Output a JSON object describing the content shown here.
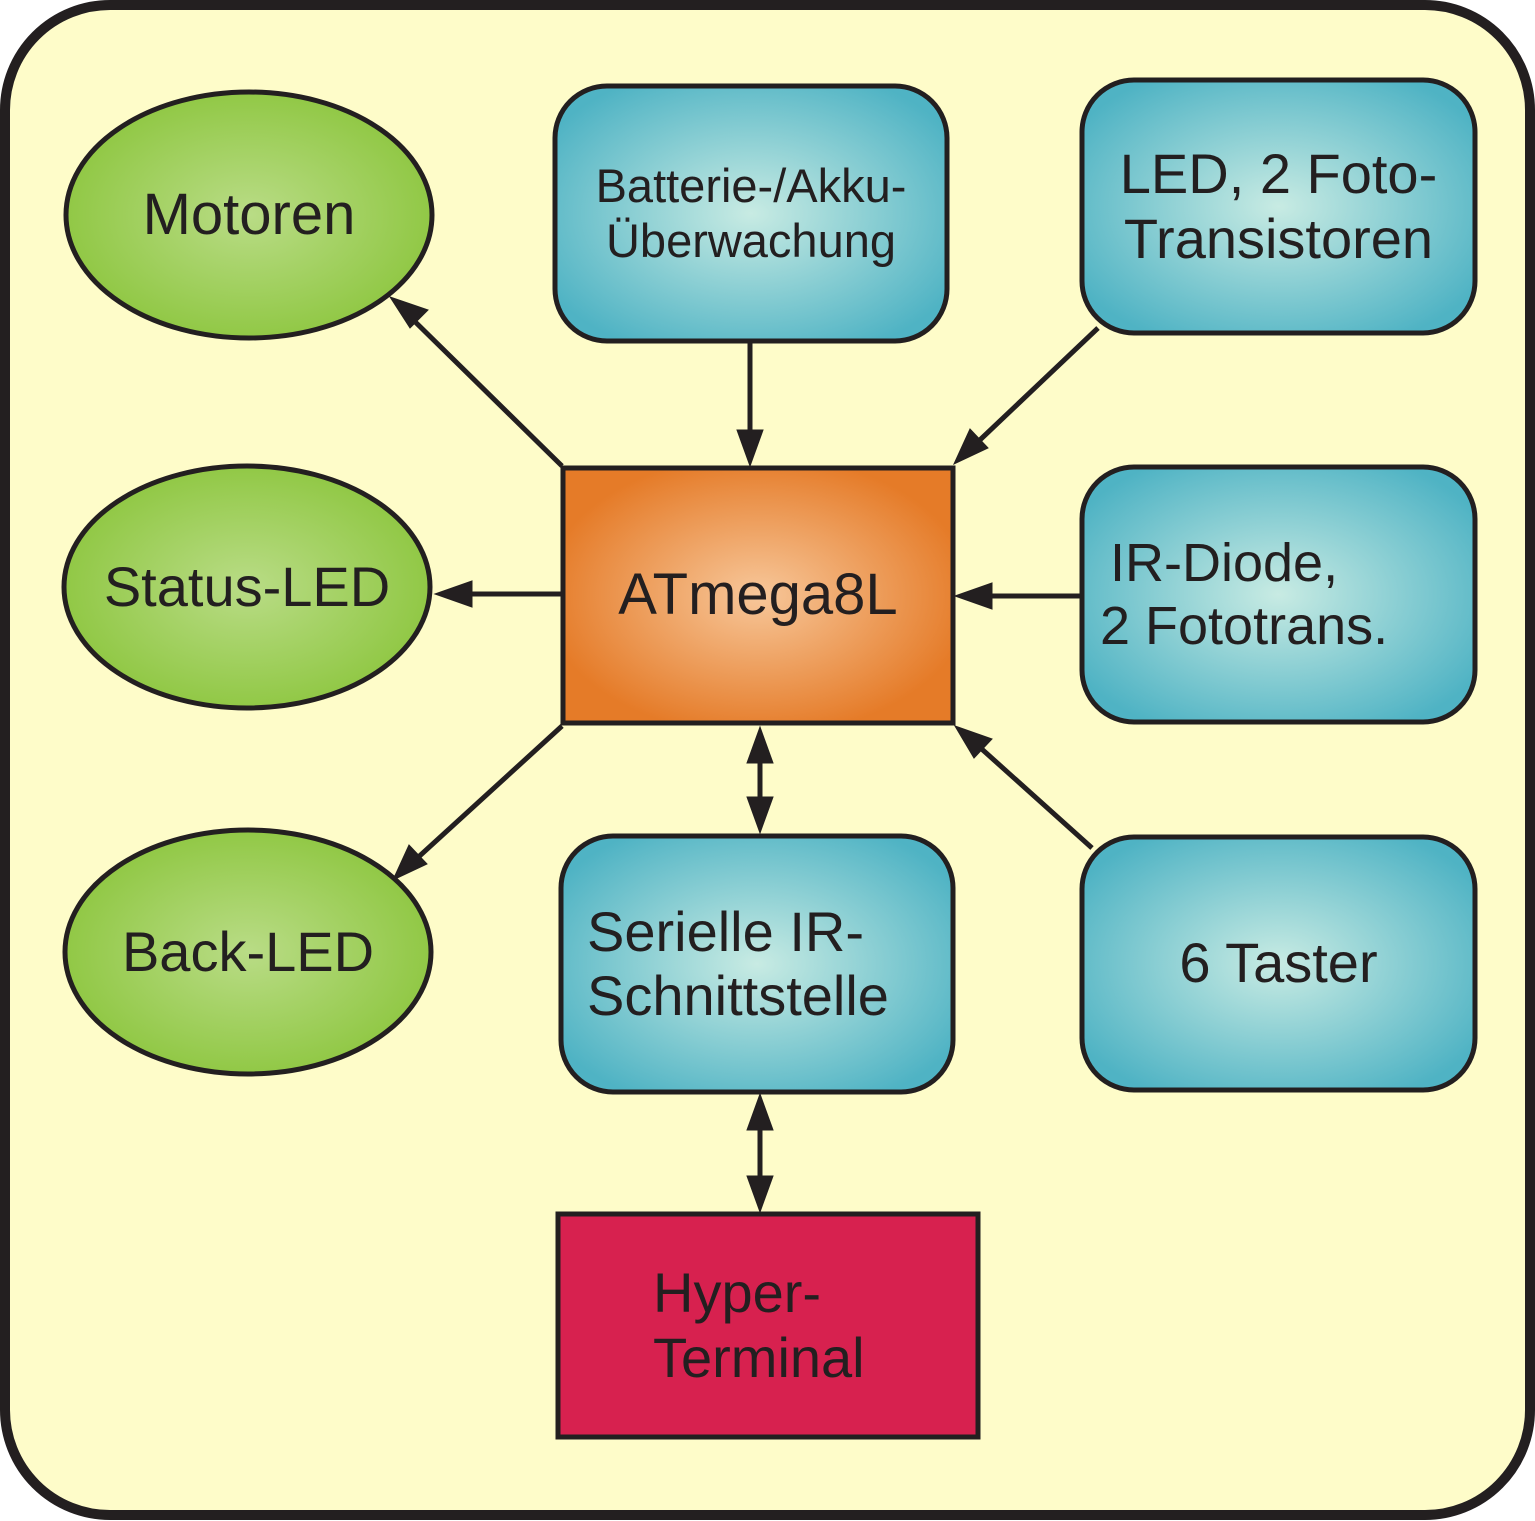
{
  "colors": {
    "background": "#fefcc9",
    "outline": "#231f20",
    "ellipse_fill": "#8dc63f",
    "ellipse_highlight": "#b9dc86",
    "module_fill": "#4fb3c4",
    "module_highlight": "#c8ebe3",
    "cpu_fill": "#e57b28",
    "cpu_highlight": "#f7c79a",
    "terminal_fill": "#d7214f"
  },
  "nodes": {
    "motoren": {
      "lines": [
        "Motoren"
      ]
    },
    "status_led": {
      "lines": [
        "Status-LED"
      ]
    },
    "back_led": {
      "lines": [
        "Back-LED"
      ]
    },
    "battery": {
      "lines": [
        "Batterie-/Akku-",
        "Überwachung"
      ]
    },
    "led_foto": {
      "lines": [
        "LED, 2 Foto-",
        "Transistoren"
      ]
    },
    "cpu": {
      "lines": [
        "ATmega8L"
      ]
    },
    "ir_diode": {
      "lines": [
        "IR-Diode,",
        "2 Fototrans."
      ]
    },
    "serial_ir": {
      "lines": [
        "Serielle IR-",
        "Schnittstelle"
      ]
    },
    "taster": {
      "lines": [
        "6 Taster"
      ]
    },
    "terminal": {
      "lines": [
        "Hyper-",
        "Terminal"
      ]
    }
  },
  "edges": [
    {
      "from": "cpu",
      "to": "motoren",
      "direction": "forward"
    },
    {
      "from": "cpu",
      "to": "status_led",
      "direction": "forward"
    },
    {
      "from": "cpu",
      "to": "back_led",
      "direction": "forward"
    },
    {
      "from": "battery",
      "to": "cpu",
      "direction": "forward"
    },
    {
      "from": "led_foto",
      "to": "cpu",
      "direction": "forward"
    },
    {
      "from": "ir_diode",
      "to": "cpu",
      "direction": "forward"
    },
    {
      "from": "taster",
      "to": "cpu",
      "direction": "forward"
    },
    {
      "from": "cpu",
      "to": "serial_ir",
      "direction": "both"
    },
    {
      "from": "serial_ir",
      "to": "terminal",
      "direction": "both"
    }
  ]
}
